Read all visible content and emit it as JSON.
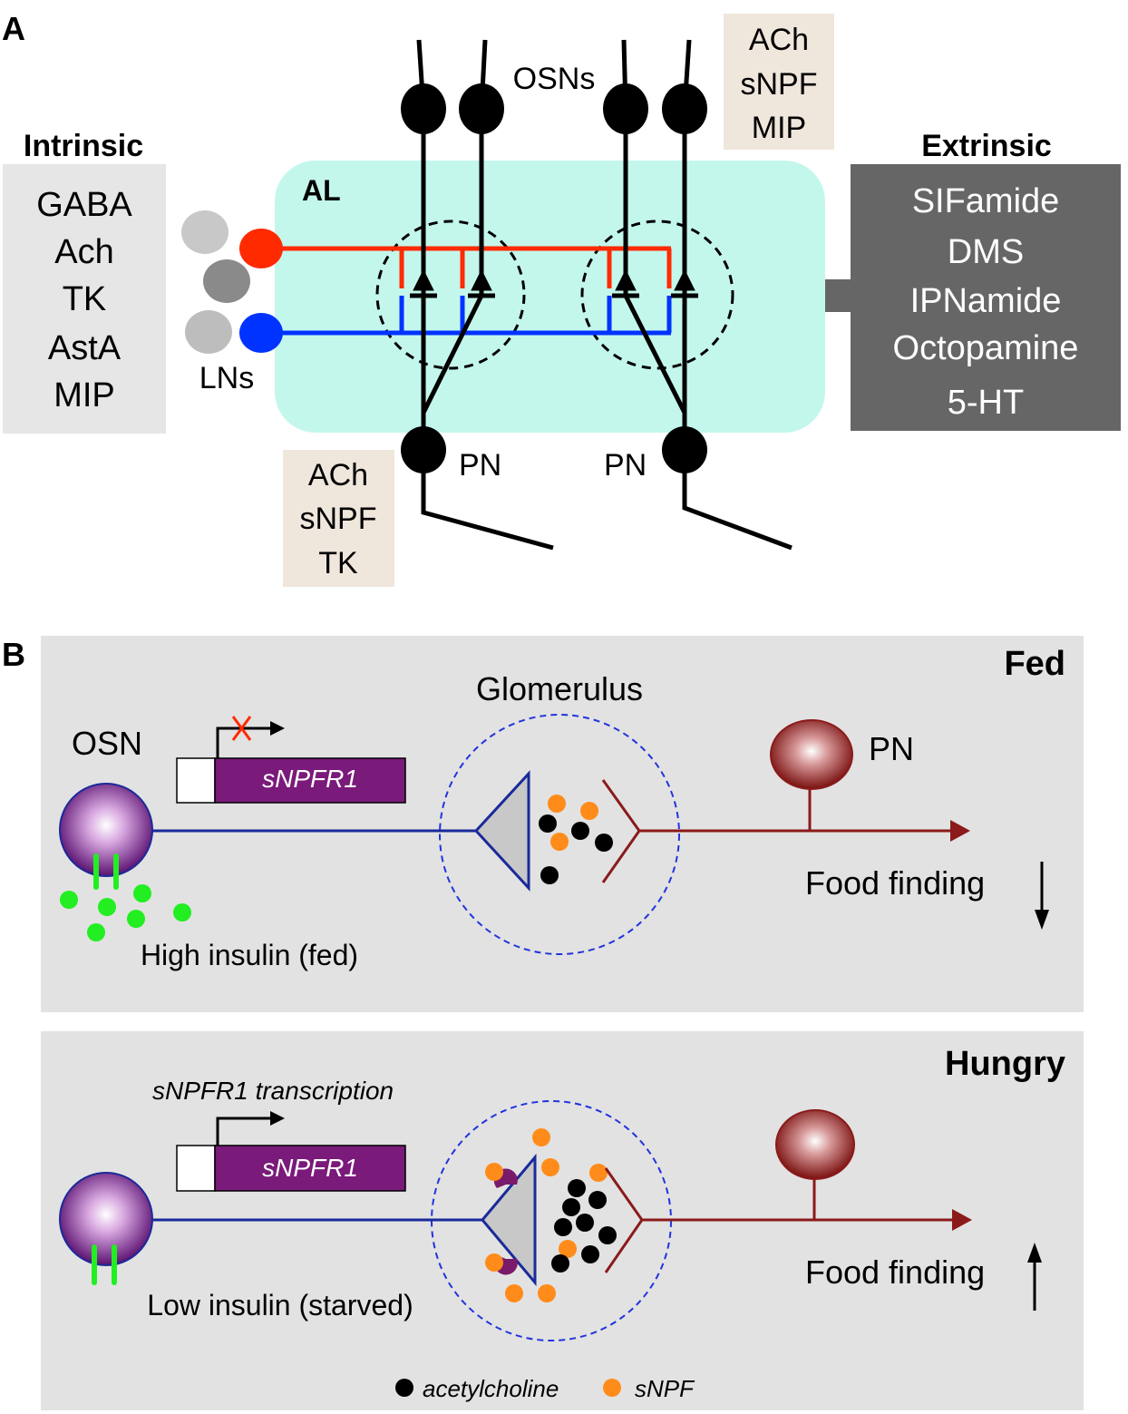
{
  "panel_a": {
    "label": "A",
    "intrinsic": {
      "heading": "Intrinsic",
      "items": [
        "GABA",
        "Ach",
        "TK",
        "AstA",
        "MIP"
      ]
    },
    "extrinsic": {
      "heading": "Extrinsic",
      "items": [
        "SIFamide",
        "DMS",
        "IPNamide",
        "Octopamine",
        "5-HT"
      ]
    },
    "al_label": "AL",
    "osns_label": "OSNs",
    "lns_label": "LNs",
    "pn_left_label": "PN",
    "pn_right_label": "PN",
    "osn_transmitters": [
      "ACh",
      "sNPF",
      "MIP"
    ],
    "pn_transmitters": [
      "ACh",
      "sNPF",
      "TK"
    ],
    "colors": {
      "al_fill": "#c4f7ec",
      "intrinsic_box": "#e6e6e6",
      "extrinsic_box": "#666666",
      "transmitter_box": "#efe6dc",
      "ln_red": "#ff2a00",
      "ln_blue": "#0033ff"
    }
  },
  "panel_b": {
    "label": "B",
    "fed": {
      "title": "Fed",
      "osn_label": "OSN",
      "gene_label": "sNPFR1",
      "glomerulus_label": "Glomerulus",
      "pn_label": "PN",
      "insulin_label": "High insulin (fed)",
      "outcome_label": "Food finding",
      "outcome_direction": "down"
    },
    "hungry": {
      "title": "Hungry",
      "transcription_label": "sNPFR1 transcription",
      "gene_label": "sNPFR1",
      "insulin_label": "Low insulin (starved)",
      "outcome_label": "Food finding",
      "outcome_direction": "up"
    },
    "legend": {
      "acetylcholine": "acetylcholine",
      "snpf": "sNPF"
    },
    "colors": {
      "panel_bg": "#e2e2e2",
      "osn_axon": "#1a2a9a",
      "pn_axon": "#8b1a1a",
      "gene_box": "#7a1a7a",
      "insulin": "#22ee22",
      "snpf_dot": "#ff8c1a",
      "ach_dot": "#000000",
      "receptor": "#7a1a6a"
    }
  }
}
